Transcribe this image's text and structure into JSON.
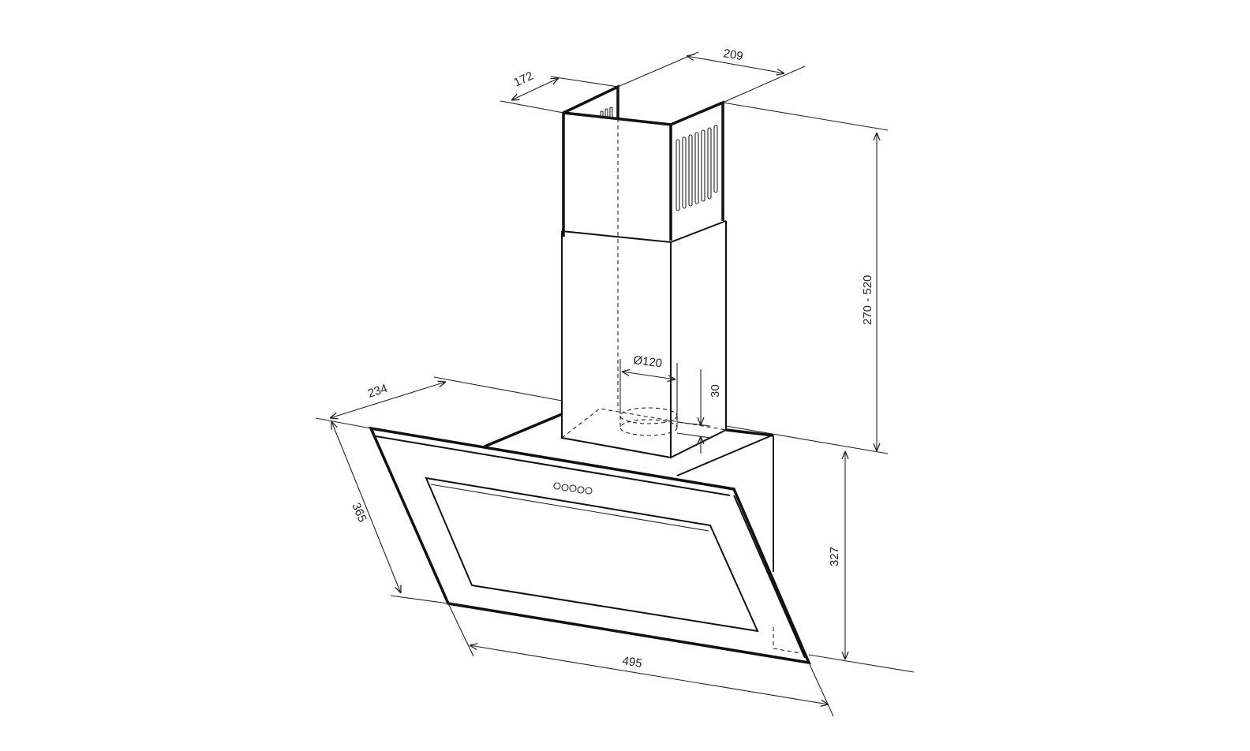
{
  "title": "Range hood dimensional drawing",
  "dimensions": {
    "chimney_depth": "172",
    "chimney_width": "209",
    "chimney_height": "270 - 520",
    "duct_diameter": "Ø120",
    "duct_offset": "30",
    "hood_depth": "234",
    "glass_slant": "365",
    "hood_height": "327",
    "hood_width": "495"
  },
  "control_buttons_count": 5,
  "colors": {
    "line": "#111111",
    "background": "#ffffff"
  }
}
